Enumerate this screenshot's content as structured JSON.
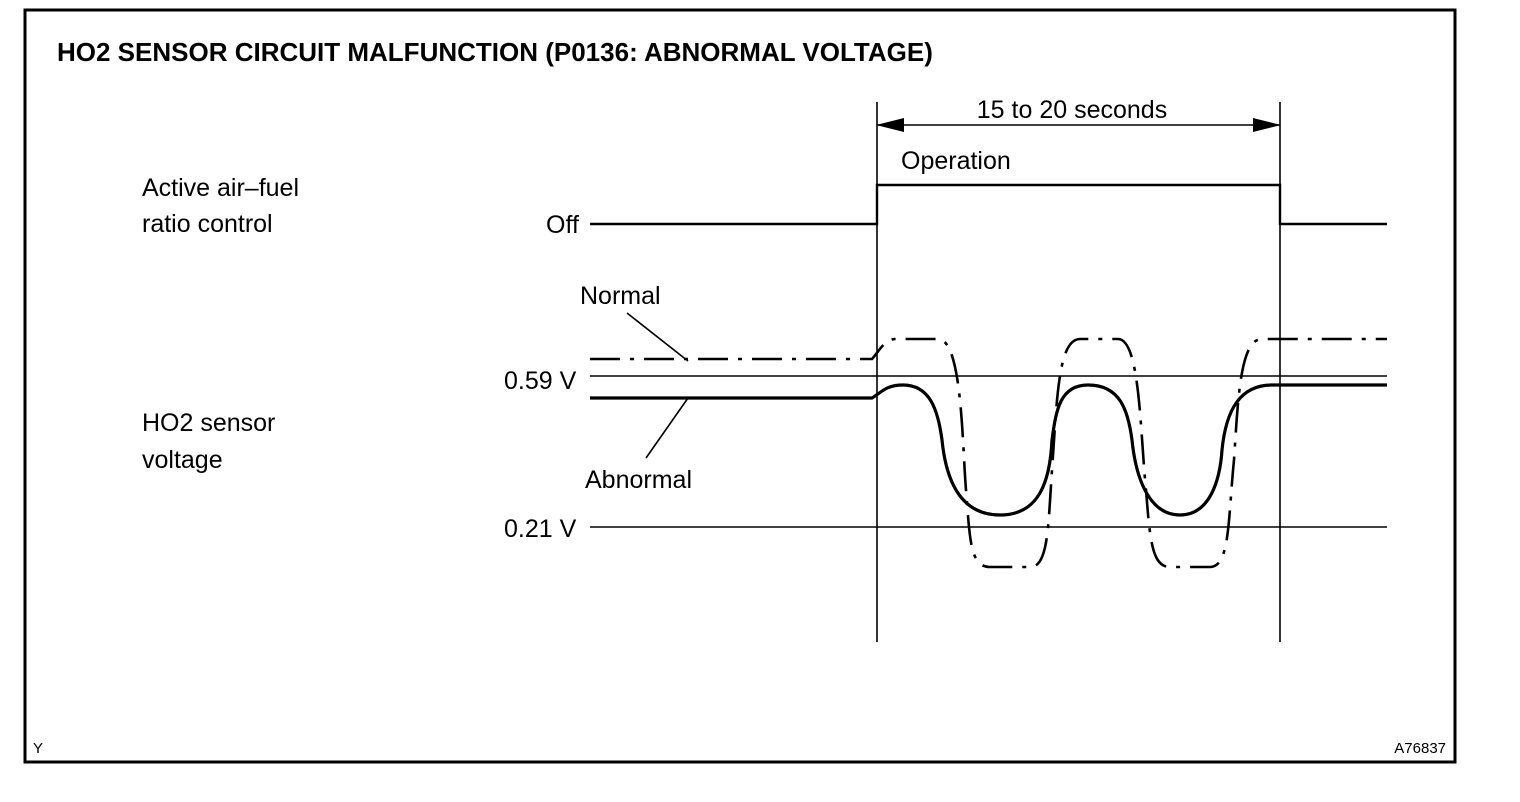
{
  "title": "HO2 SENSOR CIRCUIT MALFUNCTION (P0136: ABNORMAL VOLTAGE)",
  "duration_label": "15 to 20 seconds",
  "active_control": {
    "label_line1": "Active air–fuel",
    "label_line2": "ratio control",
    "off_label": "Off",
    "operation_label": "Operation"
  },
  "sensor": {
    "label_line1": "HO2 sensor",
    "label_line2": "voltage",
    "normal_label": "Normal",
    "abnormal_label": "Abnormal",
    "upper_threshold": "0.59 V",
    "lower_threshold": "0.21 V"
  },
  "footer": {
    "left_code": "Y",
    "figure_id": "A76837"
  }
}
